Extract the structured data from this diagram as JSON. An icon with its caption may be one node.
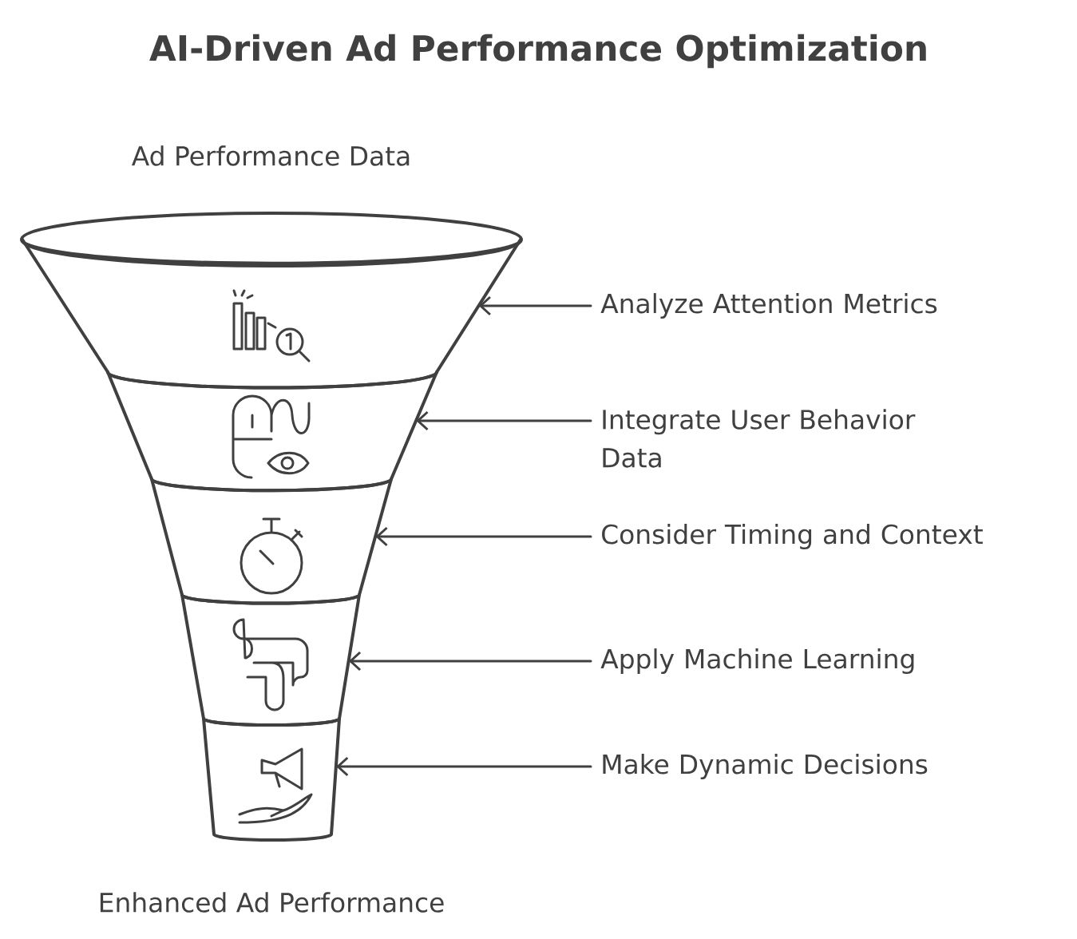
{
  "diagram": {
    "title": "AI-Driven Ad Performance Optimization",
    "nodes": [
      {
        "text": [],
        "shape": "band"
      },
      {
        "text": [],
        "shape": "band"
      },
      {
        "text": [],
        "shape": "band"
      },
      {
        "text": [],
        "shape": "band"
      },
      {
        "text": [],
        "shape": "band"
      },
      {
        "text": [
          "Analyze Attention Metrics"
        ]
      },
      {
        "text": [
          "Integrate User Behavior Data"
        ]
      },
      {
        "text": [
          "Consider Timing and Context"
        ]
      },
      {
        "text": [
          "Apply Machine Learning"
        ]
      },
      {
        "text": [
          "Make Dynamic Decisions"
        ]
      }
    ],
    "edges": [
      {
        "from": 5,
        "to": 0,
        "arrow": "to"
      },
      {
        "from": 6,
        "to": 1,
        "arrow": "to"
      },
      {
        "from": 7,
        "to": 2,
        "arrow": "to"
      },
      {
        "from": 8,
        "to": 3,
        "arrow": "to"
      },
      {
        "from": 9,
        "to": 4,
        "arrow": "to"
      }
    ],
    "labels": [
      "Ad Performance Data",
      "Enhanced Ad Performance"
    ]
  }
}
